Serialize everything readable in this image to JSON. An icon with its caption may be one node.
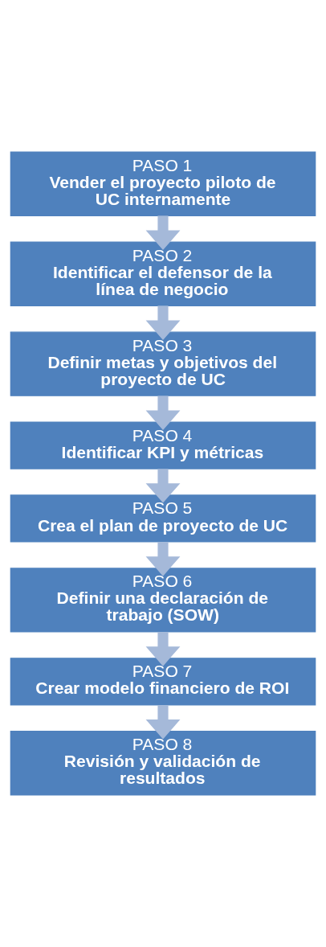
{
  "diagram": {
    "nodes": [
      {
        "text": [
          "PASO 1",
          "Vender el proyecto piloto de UC internamente"
        ]
      },
      {
        "text": [
          "PASO 2",
          "Identificar el defensor de la línea de negocio"
        ]
      },
      {
        "text": [
          "PASO 3",
          "Definir metas y objetivos del proyecto de UC"
        ]
      },
      {
        "text": [
          "PASO 4",
          "Identificar KPI y métricas"
        ]
      },
      {
        "text": [
          "PASO 5",
          "Crea el plan de proyecto de UC"
        ]
      },
      {
        "text": [
          "PASO 6",
          "Definir una declaración de trabajo (SOW)"
        ]
      },
      {
        "text": [
          "PASO 7",
          "Crear modelo financiero de ROI"
        ]
      },
      {
        "text": [
          "PASO 8",
          "Revisión y validación de resultados"
        ]
      }
    ],
    "edges": [
      {
        "from": 0,
        "to": 1,
        "arrow": "to"
      },
      {
        "from": 1,
        "to": 2,
        "arrow": "to"
      },
      {
        "from": 2,
        "to": 3,
        "arrow": "to"
      },
      {
        "from": 3,
        "to": 4,
        "arrow": "to"
      },
      {
        "from": 4,
        "to": 5,
        "arrow": "to"
      },
      {
        "from": 5,
        "to": 6,
        "arrow": "to"
      },
      {
        "from": 6,
        "to": 7,
        "arrow": "to"
      }
    ]
  }
}
